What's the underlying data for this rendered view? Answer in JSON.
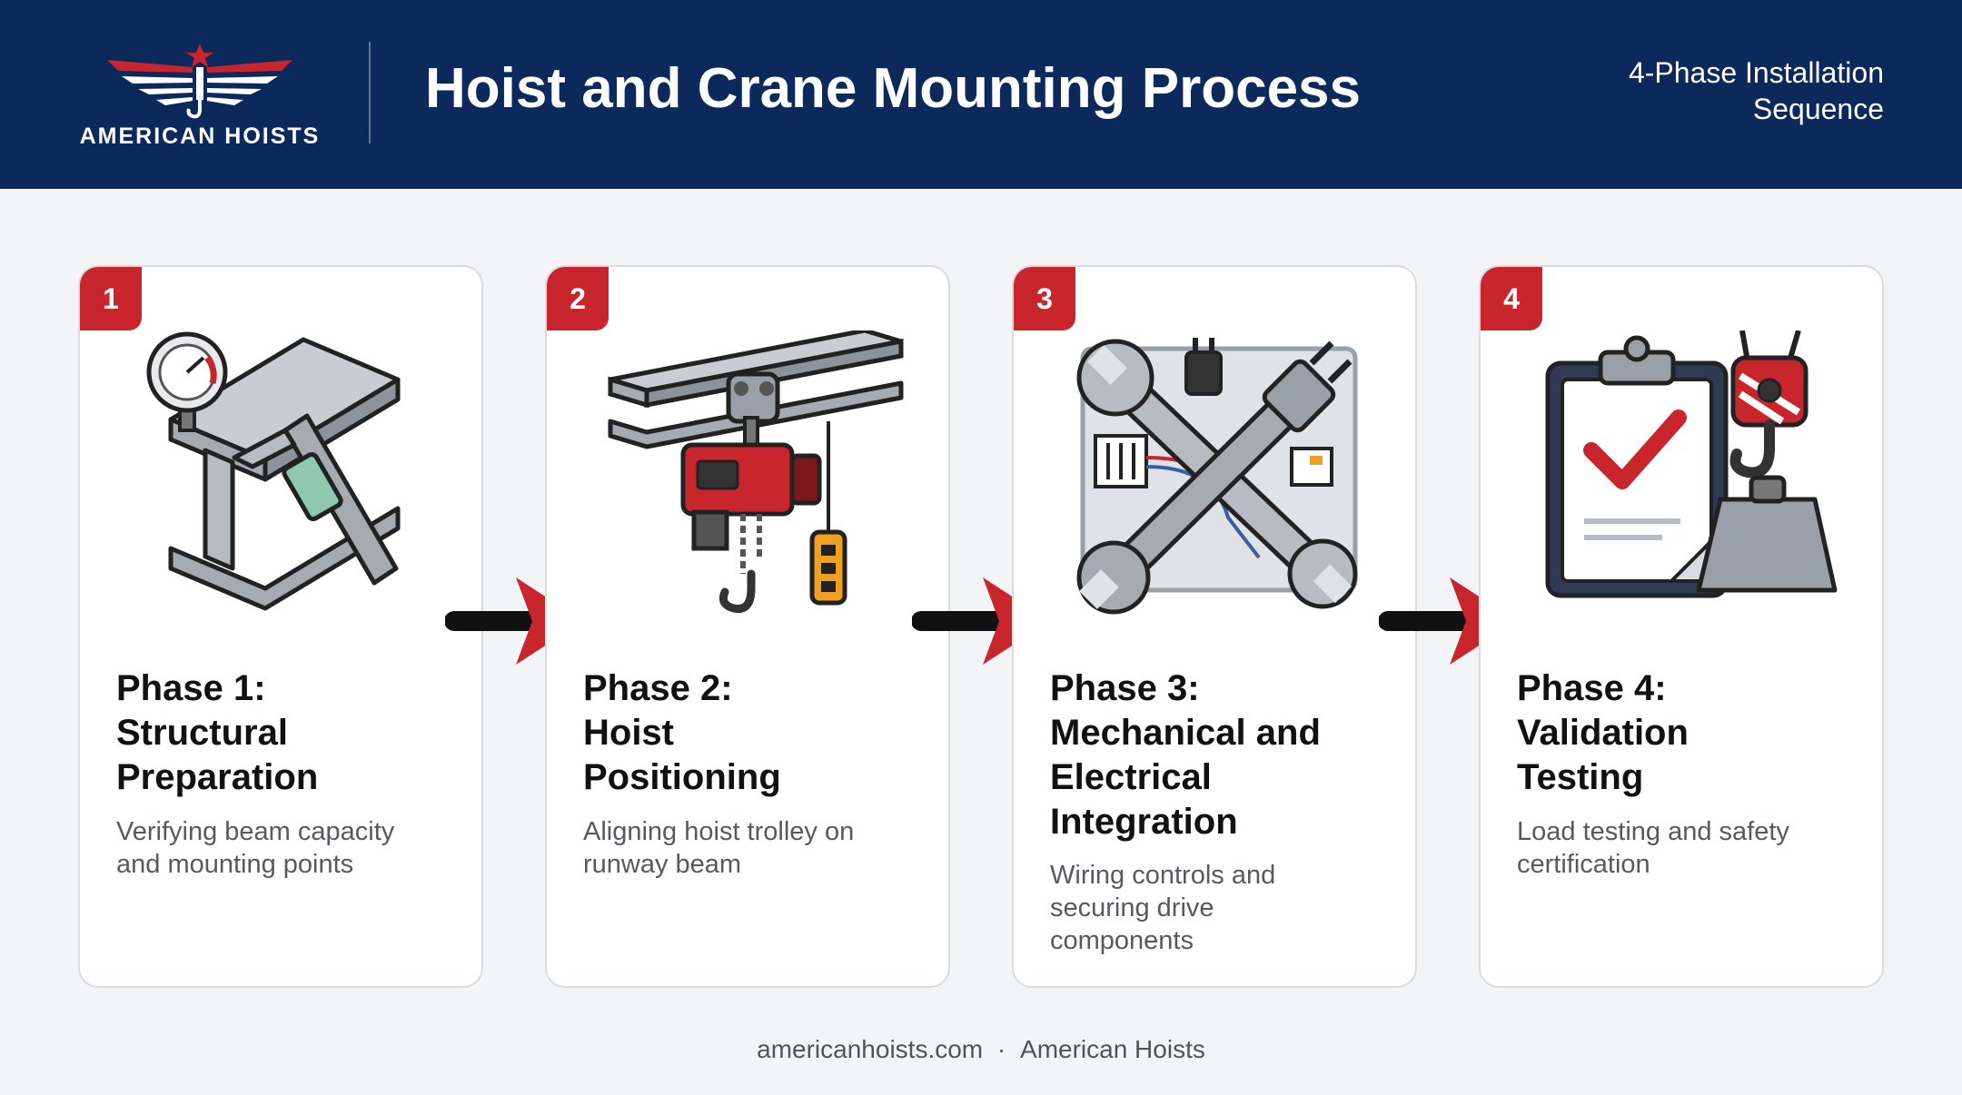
{
  "header": {
    "brand": "AMERICAN HOISTS",
    "title": "Hoist and Crane Mounting Process",
    "subtitle": "4-Phase Installation Sequence"
  },
  "phases": [
    {
      "number": "1",
      "title_line1": "Phase 1:",
      "title_line2": "Structural",
      "title_line3": "Preparation",
      "title_line4": "",
      "desc_line1": "Verifying beam capacity",
      "desc_line2": "and mounting points",
      "desc_line3": "",
      "icon": "beam-gauge-caliper-icon"
    },
    {
      "number": "2",
      "title_line1": "Phase 2:",
      "title_line2": "Hoist",
      "title_line3": "Positioning",
      "title_line4": "",
      "desc_line1": "Aligning hoist trolley on",
      "desc_line2": "runway beam",
      "desc_line3": "",
      "icon": "hoist-trolley-icon"
    },
    {
      "number": "3",
      "title_line1": "Phase 3:",
      "title_line2": "Mechanical and",
      "title_line3": "Electrical",
      "title_line4": "Integration",
      "desc_line1": "Wiring controls and",
      "desc_line2": "securing drive",
      "desc_line3": "components",
      "icon": "wrench-plug-panel-icon"
    },
    {
      "number": "4",
      "title_line1": "Phase 4:",
      "title_line2": "Validation",
      "title_line3": "Testing",
      "title_line4": "",
      "desc_line1": "Load testing and safety",
      "desc_line2": "certification",
      "desc_line3": "",
      "icon": "clipboard-hook-weight-icon"
    }
  ],
  "footer": {
    "site": "americanhoists.com",
    "separator": "·",
    "brand": "American Hoists"
  },
  "colors": {
    "navy": "#0b2a5b",
    "accent_red": "#c8262c",
    "steel": "#9aa0a8",
    "background": "#f3f4f6"
  }
}
